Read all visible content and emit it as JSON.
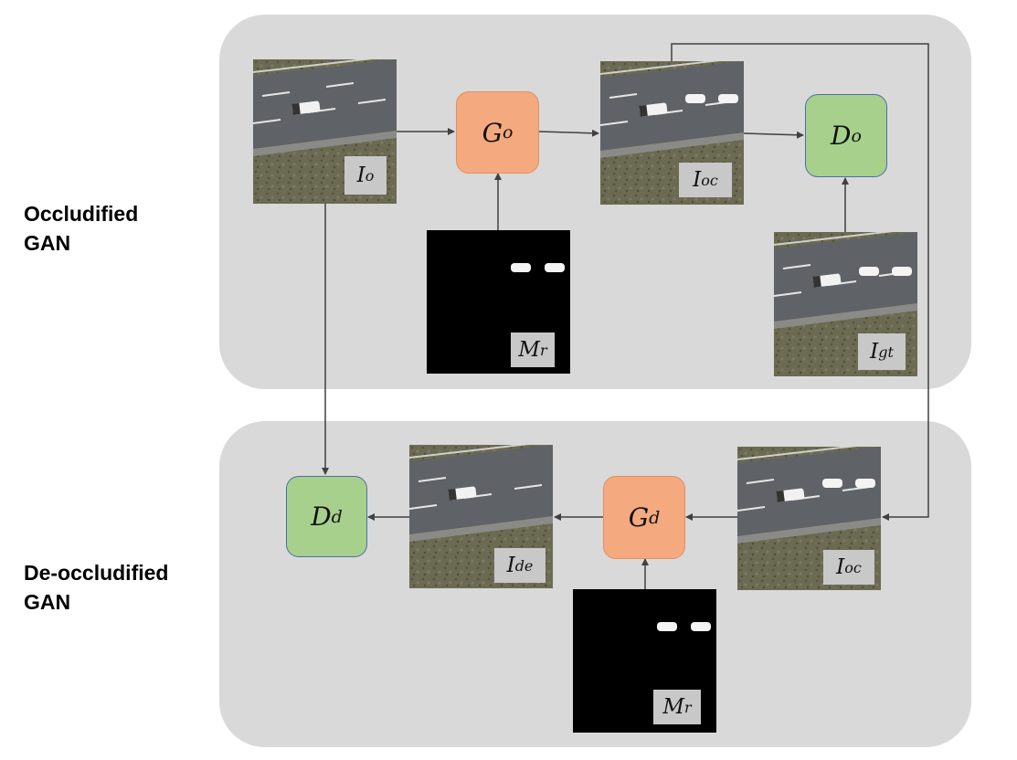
{
  "panels": {
    "top_label": "Occludified\nGAN",
    "bottom_label": "De-occludified\nGAN"
  },
  "nodes": {
    "g_o": {
      "main": "G",
      "sub": "o"
    },
    "d_o": {
      "main": "D",
      "sub": "o"
    },
    "g_d": {
      "main": "G",
      "sub": "d"
    },
    "d_d": {
      "main": "D",
      "sub": "d"
    }
  },
  "images": {
    "i_o": {
      "main": "I",
      "sub": "o"
    },
    "i_oc_top": {
      "main": "I",
      "sub": "oc"
    },
    "m_r_top": {
      "main": "M",
      "sub": "r"
    },
    "i_gt": {
      "main": "I",
      "sub": "gt"
    },
    "i_de": {
      "main": "I",
      "sub": "de"
    },
    "i_oc_bottom": {
      "main": "I",
      "sub": "oc"
    },
    "m_r_bottom": {
      "main": "M",
      "sub": "r"
    }
  },
  "colors": {
    "panel": "#d9d9d9",
    "generator": "#f4a97f",
    "discriminator": "#a7d08c",
    "arrow": "#404040"
  }
}
